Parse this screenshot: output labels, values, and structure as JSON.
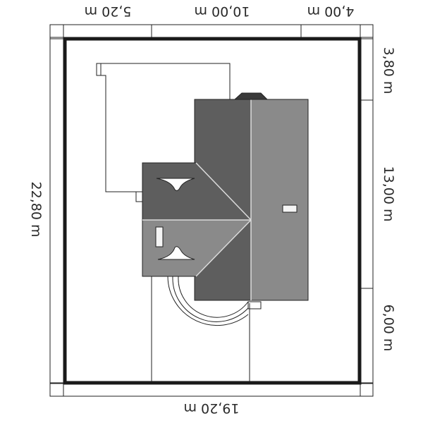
{
  "dimensions": {
    "top": [
      "5,20 m",
      "10,00 m",
      "4,00 m"
    ],
    "bottom": "19,20 m",
    "left": "22,80 m",
    "right": [
      "3,80 m",
      "13,00 m",
      "6,00 m"
    ]
  },
  "colors": {
    "background": "#ffffff",
    "plot_border": "#1a1a1a",
    "roof_dark": "#5e5e5e",
    "roof_light": "#8a8a8a",
    "ridge_line": "#dcdcdc",
    "chimney": "#3a3a3a"
  }
}
